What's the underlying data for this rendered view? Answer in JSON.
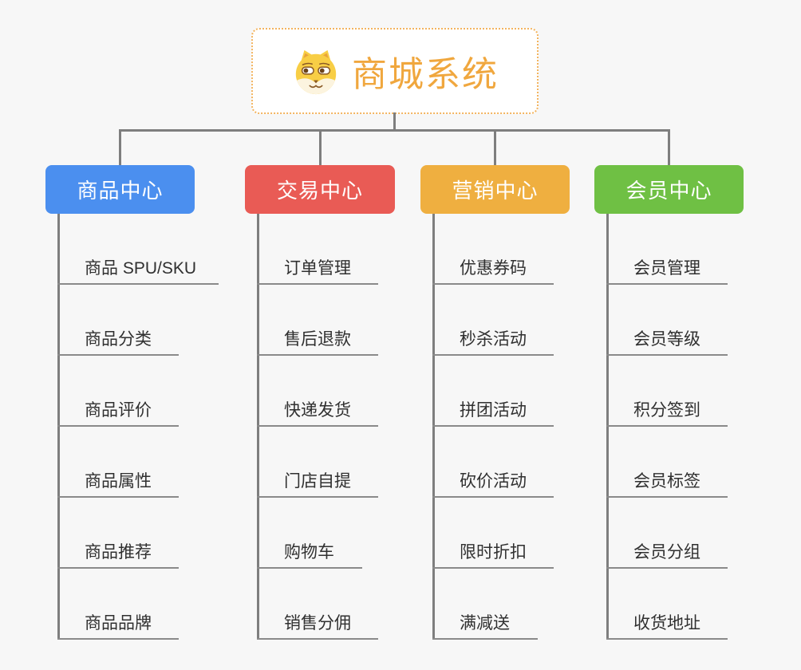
{
  "root": {
    "title": "商城系统",
    "icon": "dog-face-icon",
    "text_color": "#F0A73E",
    "border_color": "#F3B45F"
  },
  "branches": [
    {
      "label": "商品中心",
      "color": "#4B8FEF",
      "items": [
        "商品 SPU/SKU",
        "商品分类",
        "商品评价",
        "商品属性",
        "商品推荐",
        "商品品牌"
      ]
    },
    {
      "label": "交易中心",
      "color": "#E95B55",
      "items": [
        "订单管理",
        "售后退款",
        "快递发货",
        "门店自提",
        "购物车",
        "销售分佣"
      ]
    },
    {
      "label": "营销中心",
      "color": "#EFAF40",
      "items": [
        "优惠券码",
        "秒杀活动",
        "拼团活动",
        "砍价活动",
        "限时折扣",
        "满减送"
      ]
    },
    {
      "label": "会员中心",
      "color": "#6FC044",
      "items": [
        "会员管理",
        "会员等级",
        "积分签到",
        "会员标签",
        "会员分组",
        "收货地址"
      ]
    }
  ],
  "colors": {
    "background": "#F7F7F7",
    "connector": "#7E7E7E",
    "item_underline": "#8A8A8A",
    "item_text": "#303030"
  }
}
